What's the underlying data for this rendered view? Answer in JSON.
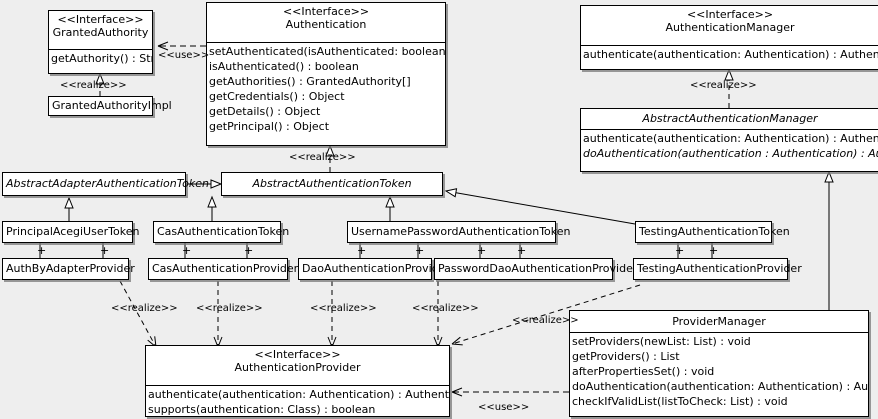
{
  "diagram": {
    "title": "Acegi Security Authentication UML Class Diagram",
    "background": "#eeeeee",
    "line_color": "#000000",
    "node_fill": "#ffffff"
  },
  "nodes": {
    "granted_authority": {
      "stereotype": "<<Interface>>",
      "name": "GrantedAuthority",
      "methods": [
        "getAuthority() : String"
      ]
    },
    "granted_authority_impl": {
      "name": "GrantedAuthorityImpl",
      "methods": []
    },
    "authentication": {
      "stereotype": "<<Interface>>",
      "name": "Authentication",
      "methods": [
        "setAuthenticated(isAuthenticated: boolean) : void",
        "isAuthenticated() : boolean",
        "getAuthorities() : GrantedAuthority[]",
        "getCredentials() : Object",
        "getDetails() : Object",
        "getPrincipal() : Object"
      ]
    },
    "authentication_manager": {
      "stereotype": "<<Interface>>",
      "name": "AuthenticationManager",
      "methods": [
        "authenticate(authentication: Authentication) : Authentication"
      ]
    },
    "abstract_authentication_manager": {
      "name": "AbstractAuthenticationManager",
      "methods": [
        "authenticate(authentication: Authentication) : Authentication",
        "doAuthentication(authentication : Authentication) : Authentication"
      ]
    },
    "abstract_adapter_authentication_token": {
      "name": "AbstractAdapterAuthenticationToken",
      "methods": []
    },
    "abstract_authentication_token": {
      "name": "AbstractAuthenticationToken",
      "methods": []
    },
    "principal_acegi_user_token": {
      "name": "PrincipalAcegiUserToken",
      "methods": []
    },
    "cas_authentication_token": {
      "name": "CasAuthenticationToken",
      "methods": []
    },
    "username_password_authentication_token": {
      "name": "UsernamePasswordAuthenticationToken",
      "methods": []
    },
    "testing_authentication_token": {
      "name": "TestingAuthenticationToken",
      "methods": []
    },
    "auth_by_adapter_provider": {
      "name": "AuthByAdapterProvider",
      "methods": []
    },
    "cas_authentication_provider": {
      "name": "CasAuthenticationProvider",
      "methods": []
    },
    "dao_authentication_provider": {
      "name": "DaoAuthenticationProvider",
      "methods": []
    },
    "password_dao_authentication_provider": {
      "name": "PasswordDaoAuthenticationProvider",
      "methods": []
    },
    "testing_authentication_provider": {
      "name": "TestingAuthenticationProvider",
      "methods": []
    },
    "authentication_provider": {
      "stereotype": "<<Interface>>",
      "name": "AuthenticationProvider",
      "methods": [
        "authenticate(authentication: Authentication) : Authentication",
        "supports(authentication: Class) : boolean"
      ]
    },
    "provider_manager": {
      "name": "ProviderManager",
      "methods": [
        "setProviders(newList: List) : void",
        "getProviders() : List",
        "afterPropertiesSet() : void",
        "doAuthentication(authentication: Authentication) : Authentication",
        "checkIfValidList(listToCheck: List) : void"
      ]
    }
  },
  "edge_labels": {
    "use_granted_authority": "<<use>>",
    "realize_granted_authority_impl": "<<realize>>",
    "realize_abstract_authentication_token": "<<realize>>",
    "realize_abstract_authentication_manager": "<<realize>>",
    "realize_auth_by_adapter": "<<realize>>",
    "realize_cas_provider": "<<realize>>",
    "realize_dao_provider": "<<realize>>",
    "realize_password_dao_provider": "<<realize>>",
    "realize_testing_provider": "<<realize>>",
    "use_provider_manager": "<<use>>"
  },
  "association_markers": {
    "symbol": "+",
    "principal_acegi_user_token": [
      "+",
      "+"
    ],
    "cas_authentication_token": [
      "+",
      "+"
    ],
    "username_password_authentication_token": [
      "+",
      "+",
      "+",
      "+"
    ],
    "testing_authentication_token": [
      "+",
      "+"
    ]
  }
}
